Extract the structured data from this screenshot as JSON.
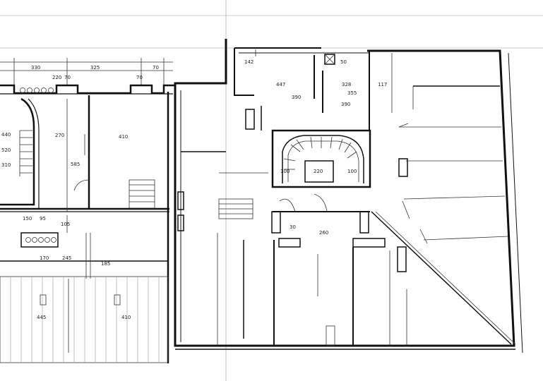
{
  "plan": {
    "dimension_labels": [
      "330",
      "220",
      "70",
      "325",
      "70",
      "70",
      "440",
      "520",
      "310",
      "270",
      "410",
      "585",
      "95",
      "150",
      "105",
      "170",
      "185",
      "245",
      "445",
      "410",
      "447",
      "390",
      "142",
      "328",
      "355",
      "117",
      "390",
      "50",
      "100",
      "220",
      "100",
      "260",
      "30"
    ]
  }
}
